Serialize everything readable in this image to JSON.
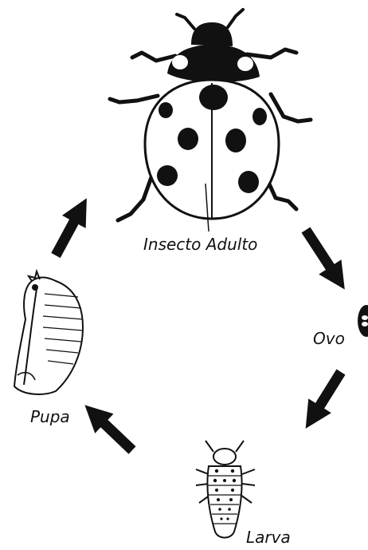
{
  "diagram": {
    "stages": {
      "adult": "Insecto Adulto",
      "egg": "Ovo",
      "larva": "Larva",
      "pupa": "Pupa"
    },
    "colors": {
      "ink": "#111111",
      "background": "#ffffff"
    }
  }
}
